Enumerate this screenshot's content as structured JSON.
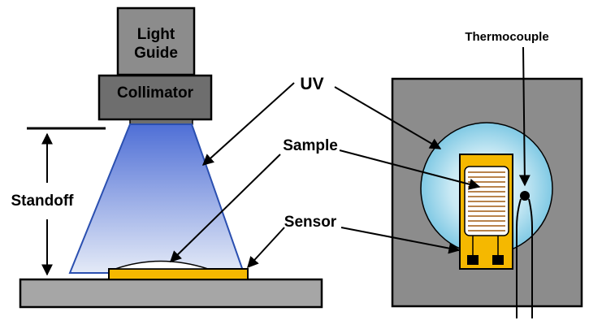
{
  "labels": {
    "light_guide_line1": "Light",
    "light_guide_line2": "Guide",
    "collimator": "Collimator",
    "uv": "UV",
    "sample": "Sample",
    "sensor": "Sensor",
    "standoff": "Standoff",
    "thermocouple": "Thermocouple"
  },
  "colors": {
    "housing_gray": "#8c8c8c",
    "collimator_gray": "#6e6e6e",
    "plate_gray": "#a6a6a6",
    "beam_blue_top": "#4f6fd6",
    "beam_blue_bottom": "#dfe6f6",
    "sensor_gold": "#f5b800",
    "uv_spot_center": "#e8f6fb",
    "uv_spot_edge": "#7ac7e3"
  }
}
